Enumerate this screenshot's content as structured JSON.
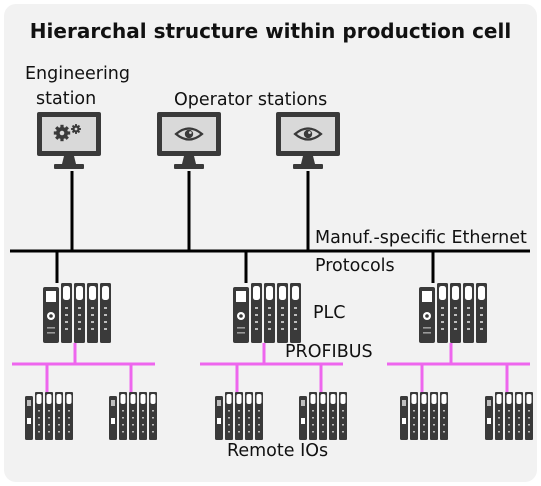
{
  "title": "Hierarchal structure within production cell",
  "labels": {
    "engineering_line1": "Engineering",
    "engineering_line2": "station",
    "operator": "Operator stations",
    "ethernet": "Manuf.-specific Ethernet",
    "protocols": "Protocols",
    "plc": "PLC",
    "profibus": "PROFIBUS",
    "remote_ios": "Remote IOs"
  },
  "icons": {
    "engineering_station": "gears-monitor-icon",
    "operator_station": "eye-monitor-icon",
    "plc": "plc-module-icon",
    "remote_io": "remote-io-module-icon"
  },
  "colors": {
    "background": "#f2f2f2",
    "bus_line": "#000000",
    "profibus_line": "#ee66ee",
    "device_dark": "#3a3a3a",
    "screen": "#d9d9d9"
  }
}
